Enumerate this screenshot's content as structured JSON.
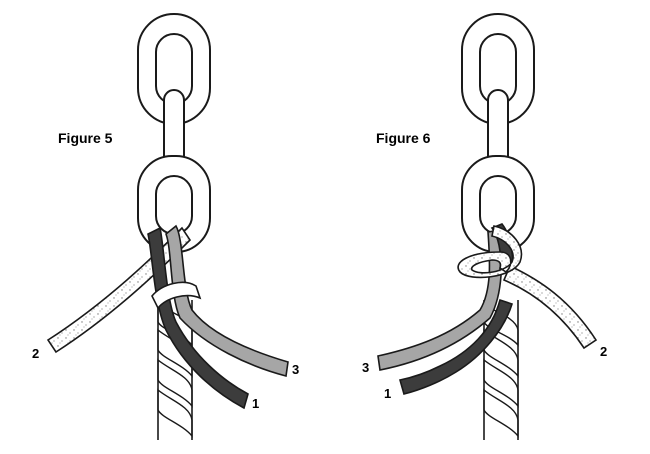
{
  "figures": [
    {
      "title": "Figure 5",
      "strand_labels": {
        "left": "2",
        "middle": "3",
        "bottom": "1"
      }
    },
    {
      "title": "Figure 6",
      "strand_labels": {
        "left_upper": "3",
        "left_lower": "1",
        "right": "2"
      }
    }
  ],
  "colors": {
    "outline": "#1a1a1a",
    "strand_dark": "#3c3c3c",
    "strand_gray": "#a6a6a6",
    "strand_light": "#ffffff",
    "speckle": "#7a7a7a"
  },
  "icons": [
    "chain-link-icon",
    "rope-strand-icon"
  ]
}
